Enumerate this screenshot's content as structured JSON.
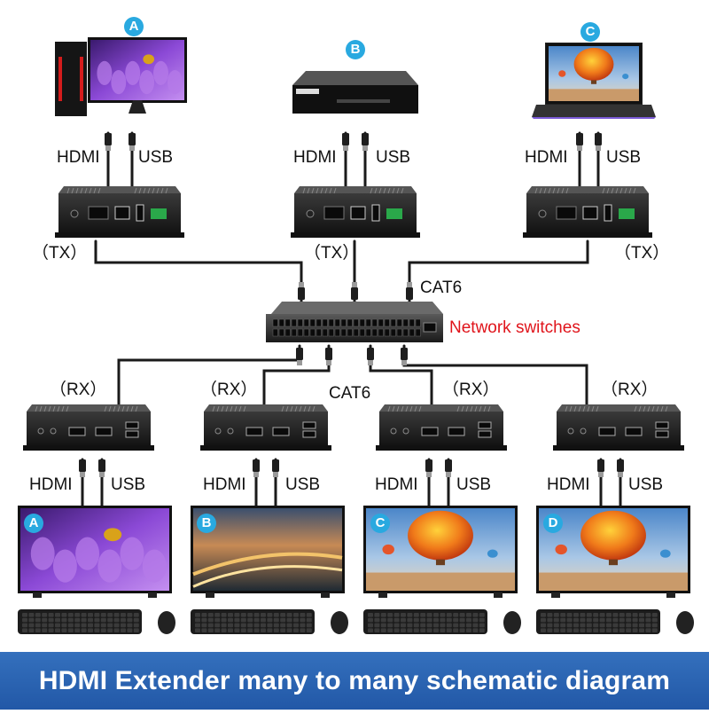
{
  "sources": [
    {
      "badge": "A",
      "badge_color": "#29a9e0",
      "device": "desktop-pc"
    },
    {
      "badge": "B",
      "badge_color": "#29a9e0",
      "device": "nvr-recorder"
    },
    {
      "badge": "C",
      "badge_color": "#29a9e0",
      "device": "laptop"
    }
  ],
  "displays": [
    {
      "badge": "A",
      "badge_color": "#29a9e0",
      "scene": "purple-flowers"
    },
    {
      "badge": "B",
      "badge_color": "#29a9e0",
      "scene": "highway"
    },
    {
      "badge": "C",
      "badge_color": "#29a9e0",
      "scene": "balloon"
    },
    {
      "badge": "D",
      "badge_color": "#29a9e0",
      "scene": "balloon"
    }
  ],
  "labels": {
    "hdmi": "HDMI",
    "usb": "USB",
    "tx": "（TX）",
    "rx": "（RX）",
    "cat6": "CAT6",
    "network_switch": "Network switches"
  },
  "colors": {
    "banner": "#2258a7",
    "accent_red": "#e0141b",
    "badge": "#29a9e0"
  },
  "banner": {
    "title": "HDMI Extender many to many schematic diagram"
  }
}
